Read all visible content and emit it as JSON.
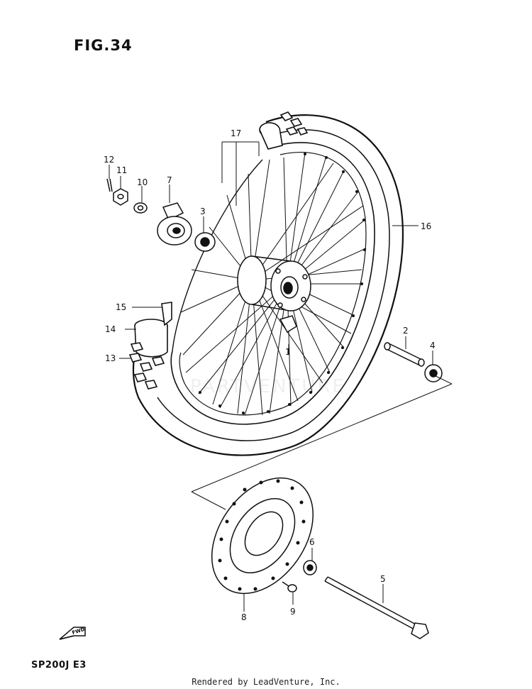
{
  "figure": {
    "title": "FIG.34",
    "model": "SP200J  E3",
    "render_credit": "Rendered by LeadVenture, Inc.",
    "fwd_label": "FWD",
    "watermark": "PARTVENTURE"
  },
  "callouts": [
    {
      "id": "c1",
      "label": "1"
    },
    {
      "id": "c2",
      "label": "2"
    },
    {
      "id": "c3",
      "label": "3"
    },
    {
      "id": "c4",
      "label": "4"
    },
    {
      "id": "c5",
      "label": "5"
    },
    {
      "id": "c6",
      "label": "6"
    },
    {
      "id": "c7",
      "label": "7"
    },
    {
      "id": "c8",
      "label": "8"
    },
    {
      "id": "c9",
      "label": "9"
    },
    {
      "id": "c10",
      "label": "10"
    },
    {
      "id": "c11",
      "label": "11"
    },
    {
      "id": "c12",
      "label": "12"
    },
    {
      "id": "c13",
      "label": "13"
    },
    {
      "id": "c14",
      "label": "14"
    },
    {
      "id": "c15",
      "label": "15"
    },
    {
      "id": "c16",
      "label": "16"
    },
    {
      "id": "c17",
      "label": "17"
    }
  ]
}
